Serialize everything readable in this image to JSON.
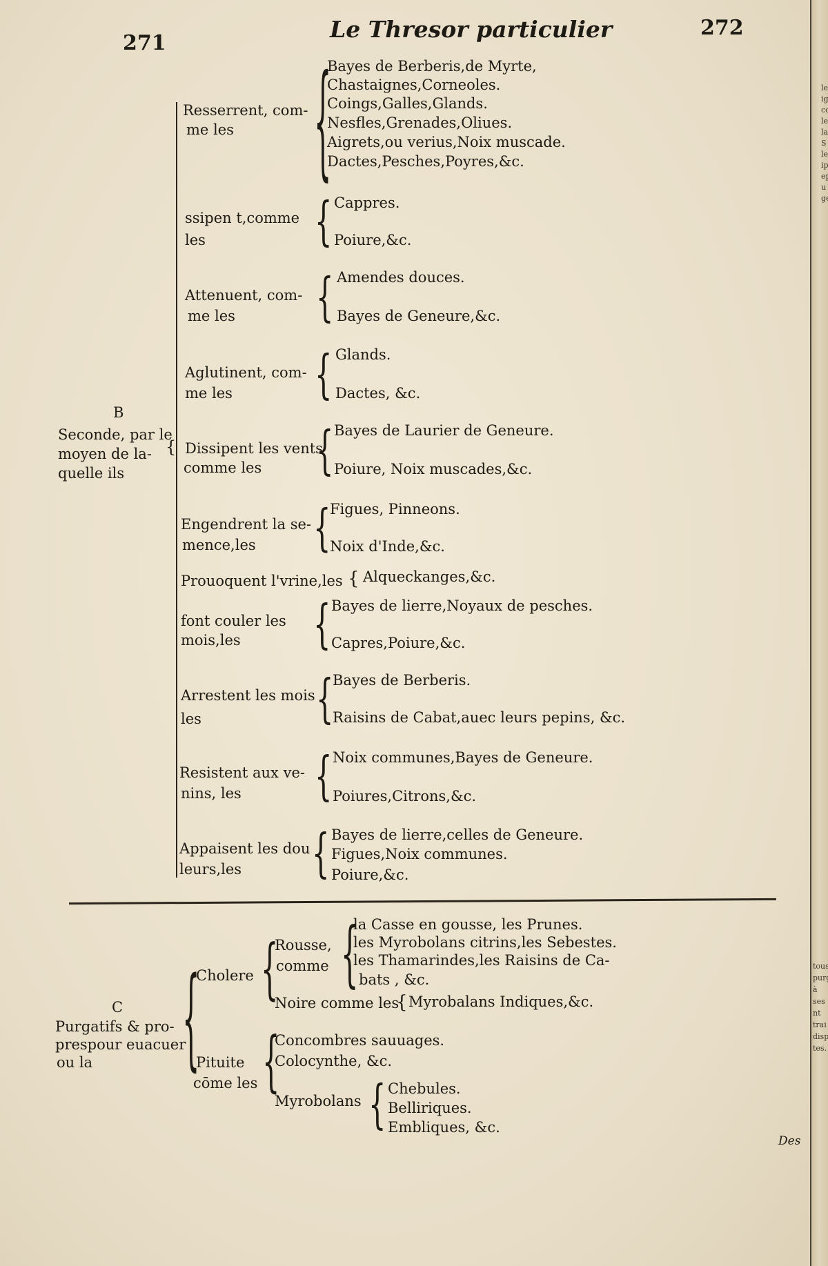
{
  "header": {
    "page_left": "271",
    "title": "Le Thresor particulier",
    "page_right": "272"
  },
  "section_b": {
    "letter": "B",
    "label_lines": [
      "Seconde, par le",
      "moyen de la-",
      "quelle ils"
    ],
    "groups": [
      {
        "label_lines": [
          "Resserrent, com-",
          "me les"
        ],
        "items": [
          "Bayes de Berberis,de Myrte,",
          "Chastaignes,Corneoles.",
          "Coings,Galles,Glands.",
          "Nesfles,Grenades,Oliues.",
          "Aigrets,ou verius,Noix muscade.",
          "Dactes,Pesches,Poyres,&c."
        ]
      },
      {
        "label_lines": [
          "ssipen t,comme",
          "les"
        ],
        "items": [
          "Cappres.",
          "Poiure,&c."
        ]
      },
      {
        "label_lines": [
          "Attenuent, com-",
          "me les"
        ],
        "items": [
          "Amendes douces.",
          "Bayes de Geneure,&c."
        ]
      },
      {
        "label_lines": [
          "Aglutinent, com-",
          "me les"
        ],
        "items": [
          "Glands.",
          "Dactes, &c."
        ]
      },
      {
        "label_lines": [
          "Dissipent les vents",
          "comme les"
        ],
        "items": [
          "Bayes de Laurier de Geneure.",
          "Poiure, Noix muscades,&c."
        ]
      },
      {
        "label_lines": [
          "Engendrent la se-",
          "mence,les"
        ],
        "items": [
          "Figues, Pinneons.",
          "Noix d'Inde,&c."
        ]
      },
      {
        "label_lines": [
          "Prouoquent l'vrine,les"
        ],
        "items": [
          "Alqueckanges,&c."
        ]
      },
      {
        "label_lines": [
          "font couler les",
          "mois,les"
        ],
        "items": [
          "Bayes de lierre,Noyaux de pesches.",
          "Capres,Poiure,&c."
        ]
      },
      {
        "label_lines": [
          "Arrestent les mois",
          "les"
        ],
        "items": [
          "Bayes de Berberis.",
          "Raisins de Cabat,auec leurs pepins, &c."
        ]
      },
      {
        "label_lines": [
          "Resistent aux ve-",
          "nins, les"
        ],
        "items": [
          "Noix communes,Bayes de Geneure.",
          "Poiures,Citrons,&c."
        ]
      },
      {
        "label_lines": [
          "Appaisent les dou",
          "leurs,les"
        ],
        "items": [
          "Bayes de lierre,celles de Geneure.",
          "Figues,Noix communes.",
          "Poiure,&c."
        ]
      }
    ]
  },
  "section_c": {
    "letter": "C",
    "label_lines": [
      "Purgatifs & pro-",
      "prespour euacuer",
      "ou la"
    ],
    "cholere": {
      "label": "Cholere",
      "rousse_lines": [
        "Rousse,",
        "comme"
      ],
      "rousse_items": [
        "la Casse en gousse, les Prunes.",
        "les Myrobolans citrins,les Sebestes.",
        "les Thamarindes,les Raisins de Ca-",
        "bats , &c."
      ],
      "noire_label": "Noire comme les",
      "noire_item": "Myrobalans Indiques,&c."
    },
    "pituite": {
      "label_lines": [
        "Pituite",
        "cōme les"
      ],
      "items": [
        "Concombres sauuages.",
        "Colocynthe, &c."
      ],
      "myrobolans_label": "Myrobolans",
      "myrobolans_items": [
        "Chebules.",
        "Belliriques.",
        "Embliques, &c."
      ]
    }
  },
  "margin_notes": {
    "top_right": [
      "le",
      "ig",
      "co",
      "le",
      "la",
      "S",
      "le",
      "ip",
      "ep",
      "u",
      "ge"
    ],
    "bottom_right": [
      "tous",
      "purger",
      "à ses",
      "nt trai",
      "dispe",
      "tes."
    ],
    "catchword": "Des"
  }
}
